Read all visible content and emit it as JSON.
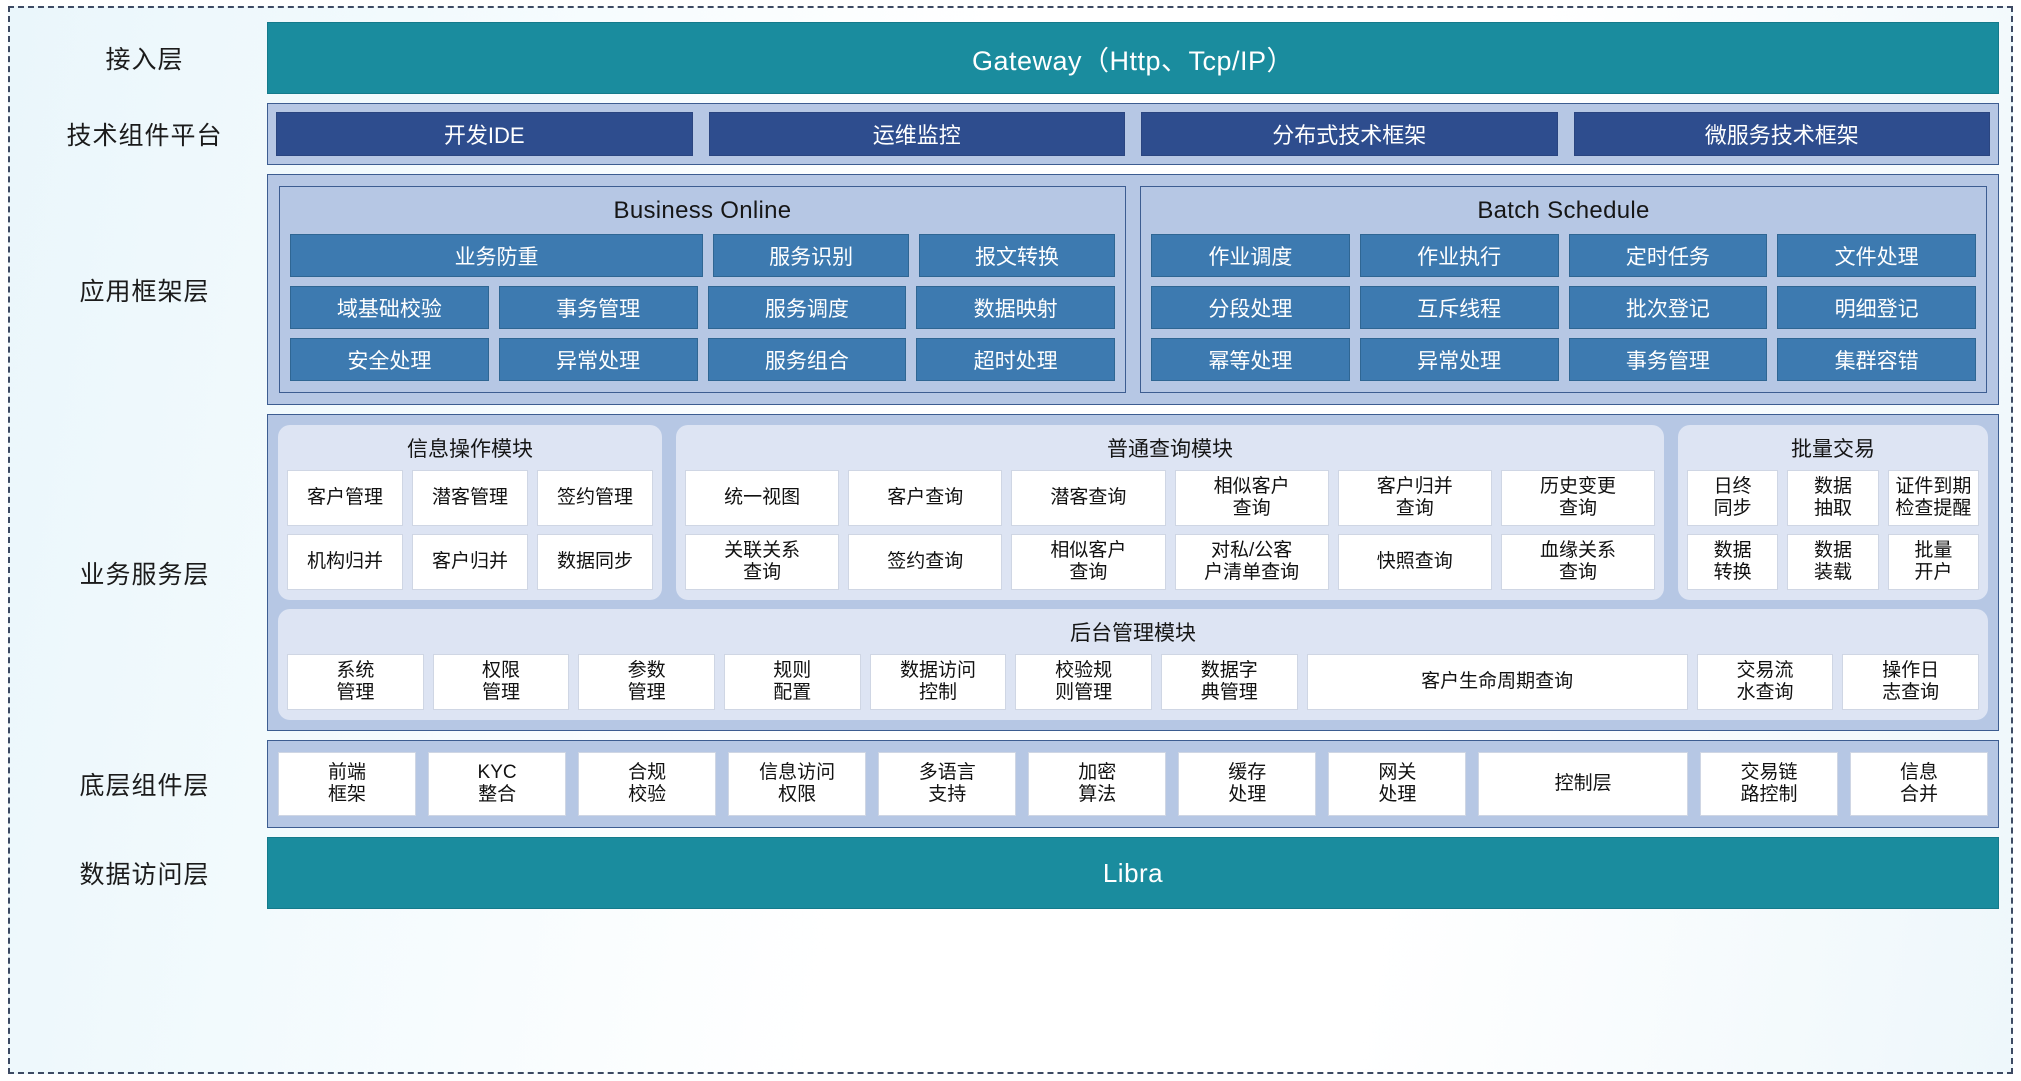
{
  "diagram": {
    "title": "Enterprise Application Layered Architecture",
    "colors": {
      "teal": "#1a8c9e",
      "navy_chip": "#2e4d8e",
      "blue_chip": "#3d7ab0",
      "panel_bg": "#b6c7e4",
      "module_bg": "#dde4f3",
      "cell_bg": "#ffffff",
      "frame_dash": "#3d4a63"
    }
  },
  "layers": [
    {
      "id": "access",
      "label": "接入层"
    },
    {
      "id": "tech",
      "label": "技术组件平台"
    },
    {
      "id": "appframe",
      "label": "应用框架层"
    },
    {
      "id": "business",
      "label": "业务服务层"
    },
    {
      "id": "component",
      "label": "底层组件层"
    },
    {
      "id": "data",
      "label": "数据访问层"
    }
  ],
  "access_layer": {
    "bar_label": "Gateway（Http、Tcp/IP）"
  },
  "tech_layer": {
    "chips": [
      {
        "label": "开发IDE"
      },
      {
        "label": "运维监控"
      },
      {
        "label": "分布式技术框架"
      },
      {
        "label": "微服务技术框架"
      }
    ]
  },
  "app_framework_layer": {
    "groups": [
      {
        "title": "Business Online",
        "rows": [
          [
            {
              "label": "业务防重",
              "span": 2
            },
            {
              "label": "服务识别",
              "span": 1
            },
            {
              "label": "报文转换",
              "span": 1
            }
          ],
          [
            {
              "label": "域基础校验",
              "span": 1
            },
            {
              "label": "事务管理",
              "span": 1
            },
            {
              "label": "服务调度",
              "span": 1
            },
            {
              "label": "数据映射",
              "span": 1
            }
          ],
          [
            {
              "label": "安全处理",
              "span": 1
            },
            {
              "label": "异常处理",
              "span": 1
            },
            {
              "label": "服务组合",
              "span": 1
            },
            {
              "label": "超时处理",
              "span": 1
            }
          ]
        ]
      },
      {
        "title": "Batch Schedule",
        "rows": [
          [
            {
              "label": "作业调度",
              "span": 1
            },
            {
              "label": "作业执行",
              "span": 1
            },
            {
              "label": "定时任务",
              "span": 1
            },
            {
              "label": "文件处理",
              "span": 1
            }
          ],
          [
            {
              "label": "分段处理",
              "span": 1
            },
            {
              "label": "互斥线程",
              "span": 1
            },
            {
              "label": "批次登记",
              "span": 1
            },
            {
              "label": "明细登记",
              "span": 1
            }
          ],
          [
            {
              "label": "幂等处理",
              "span": 1
            },
            {
              "label": "异常处理",
              "span": 1
            },
            {
              "label": "事务管理",
              "span": 1
            },
            {
              "label": "集群容错",
              "span": 1
            }
          ]
        ]
      }
    ]
  },
  "business_service_layer": {
    "top_modules": [
      {
        "title": "信息操作模块",
        "rows": [
          [
            {
              "label": "客户管理"
            },
            {
              "label": "潜客管理"
            },
            {
              "label": "签约管理"
            }
          ],
          [
            {
              "label": "机构归并"
            },
            {
              "label": "客户归并"
            },
            {
              "label": "数据同步"
            }
          ]
        ]
      },
      {
        "title": "普通查询模块",
        "rows": [
          [
            {
              "label": "统一视图"
            },
            {
              "label": "客户查询"
            },
            {
              "label": "潜客查询"
            },
            {
              "label": "相似客户\n查询"
            },
            {
              "label": "客户归并\n查询"
            },
            {
              "label": "历史变更\n查询"
            }
          ],
          [
            {
              "label": "关联关系\n查询"
            },
            {
              "label": "签约查询"
            },
            {
              "label": "相似客户\n查询"
            },
            {
              "label": "对私/公客\n户清单查询"
            },
            {
              "label": "快照查询"
            },
            {
              "label": "血缘关系\n查询"
            }
          ]
        ]
      },
      {
        "title": "批量交易",
        "rows": [
          [
            {
              "label": "日终\n同步"
            },
            {
              "label": "数据\n抽取"
            },
            {
              "label": "证件到期\n检查提醒"
            }
          ],
          [
            {
              "label": "数据\n转换"
            },
            {
              "label": "数据\n装载"
            },
            {
              "label": "批量\n开户"
            }
          ]
        ]
      }
    ],
    "admin_module": {
      "title": "后台管理模块",
      "cells": [
        {
          "label": "系统\n管理",
          "wide": false
        },
        {
          "label": "权限\n管理",
          "wide": false
        },
        {
          "label": "参数\n管理",
          "wide": false
        },
        {
          "label": "规则\n配置",
          "wide": false
        },
        {
          "label": "数据访问\n控制",
          "wide": false
        },
        {
          "label": "校验规\n则管理",
          "wide": false
        },
        {
          "label": "数据字\n典管理",
          "wide": false
        },
        {
          "label": "客户生命周期查询",
          "wide": true
        },
        {
          "label": "交易流\n水查询",
          "wide": false
        },
        {
          "label": "操作日\n志查询",
          "wide": false
        }
      ]
    }
  },
  "component_layer": {
    "cells": [
      {
        "label": "前端\n框架",
        "wide": false
      },
      {
        "label": "KYC\n整合",
        "wide": false
      },
      {
        "label": "合规\n校验",
        "wide": false
      },
      {
        "label": "信息访问\n权限",
        "wide": false
      },
      {
        "label": "多语言\n支持",
        "wide": false
      },
      {
        "label": "加密\n算法",
        "wide": false
      },
      {
        "label": "缓存\n处理",
        "wide": false
      },
      {
        "label": "网关\n处理",
        "wide": false
      },
      {
        "label": "控制层",
        "wide": true
      },
      {
        "label": "交易链\n路控制",
        "wide": false
      },
      {
        "label": "信息\n合并",
        "wide": false
      }
    ]
  },
  "data_layer": {
    "bar_label": "Libra"
  }
}
